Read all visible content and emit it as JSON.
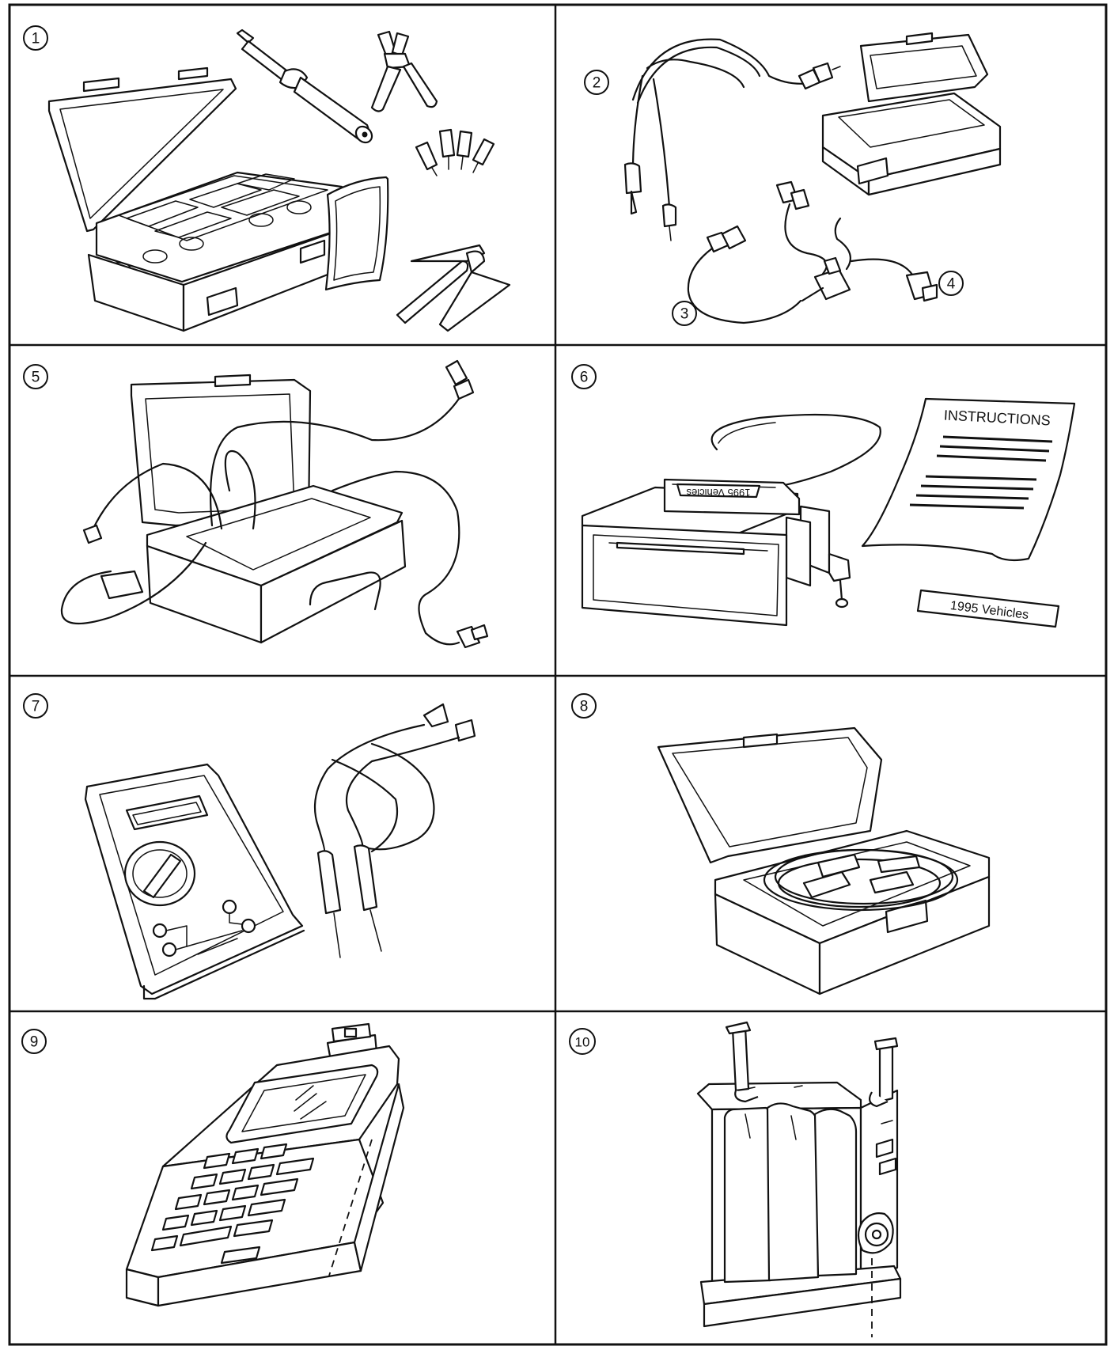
{
  "panels": [
    {
      "id": "1",
      "callouts": [
        "1"
      ]
    },
    {
      "id": "2",
      "callouts": [
        "2",
        "3",
        "4"
      ]
    },
    {
      "id": "5",
      "callouts": [
        "5"
      ]
    },
    {
      "id": "6",
      "callouts": [
        "6"
      ],
      "sheet_heading": "INSTRUCTIONS",
      "label_plate": "1995 Vehicles",
      "box_label": "1995 Vehicles"
    },
    {
      "id": "7",
      "callouts": [
        "7"
      ]
    },
    {
      "id": "8",
      "callouts": [
        "8"
      ]
    },
    {
      "id": "9",
      "callouts": [
        "9"
      ]
    },
    {
      "id": "10",
      "callouts": [
        "10"
      ]
    }
  ],
  "callout_labels": {
    "c1": "1",
    "c2": "2",
    "c3": "3",
    "c4": "4",
    "c5": "5",
    "c6": "6",
    "c7": "7",
    "c8": "8",
    "c9": "9",
    "c10": "10"
  },
  "texts": {
    "instructions": "INSTRUCTIONS",
    "vehicles_plate": "1995 Vehicles",
    "vehicles_box": "1995 Vehicles"
  }
}
